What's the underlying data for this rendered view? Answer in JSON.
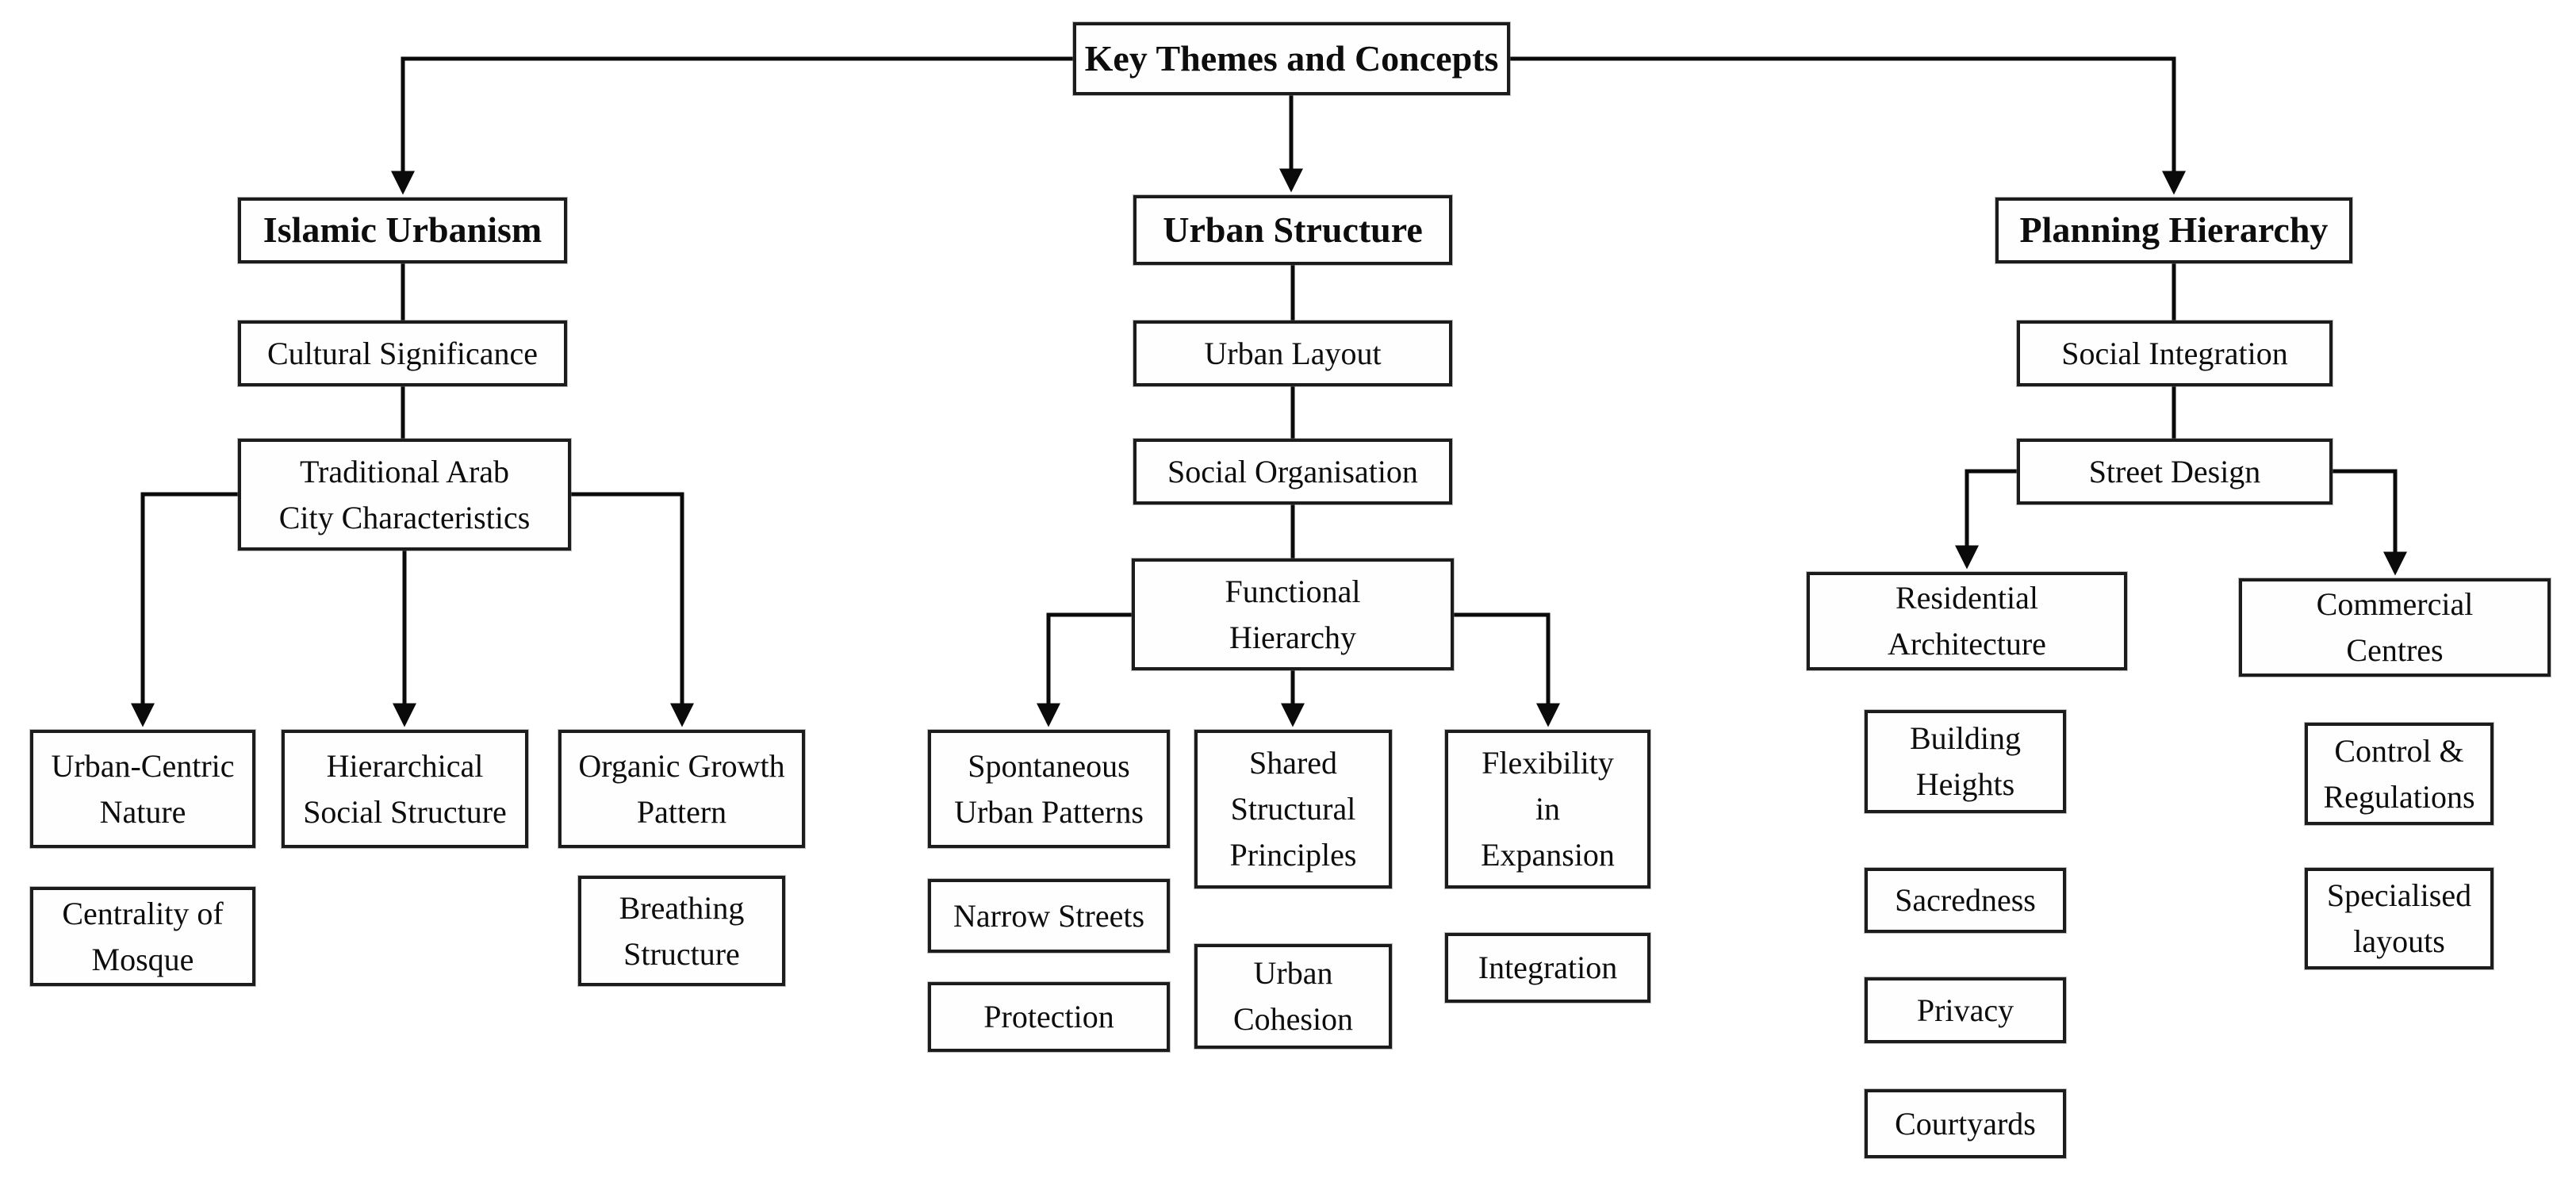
{
  "diagram": {
    "title": "Key Themes and Concepts",
    "colors": {
      "background": "#ffffff",
      "box_border": "#1c1c1c",
      "line": "#0a0a0a",
      "text": "#0d0d0d"
    }
  },
  "nodes": {
    "title": "Key Themes and Concepts",
    "islamic_urbanism": "Islamic Urbanism",
    "cultural_significance": "Cultural Significance",
    "traditional_arab": "Traditional Arab\nCity Characteristics",
    "urban_centric": "Urban-Centric\nNature",
    "hierarchical_social": "Hierarchical\nSocial Structure",
    "organic_growth": "Organic Growth\nPattern",
    "centrality_mosque": "Centrality of\nMosque",
    "breathing_structure": "Breathing\nStructure",
    "urban_structure": "Urban Structure",
    "urban_layout": "Urban Layout",
    "social_organisation": "Social Organisation",
    "functional_hierarchy": "Functional\nHierarchy",
    "spontaneous_patterns": "Spontaneous\nUrban Patterns",
    "shared_principles": "Shared\nStructural\nPrinciples",
    "flexibility_expansion": "Flexibility\nin\nExpansion",
    "narrow_streets": "Narrow Streets",
    "protection": "Protection",
    "urban_cohesion": "Urban\nCohesion",
    "integration": "Integration",
    "planning_hierarchy": "Planning Hierarchy",
    "social_integration": "Social Integration",
    "street_design": "Street Design",
    "residential_architecture": "Residential\nArchitecture",
    "commercial_centres": "Commercial\nCentres",
    "building_heights": "Building\nHeights",
    "sacredness": "Sacredness",
    "privacy": "Privacy",
    "courtyards": "Courtyards",
    "control_regulations": "Control &\nRegulations",
    "specialised_layouts": "Specialised\nlayouts"
  },
  "structure": {
    "arrow_edges": [
      [
        "title",
        "islamic_urbanism"
      ],
      [
        "title",
        "urban_structure"
      ],
      [
        "title",
        "planning_hierarchy"
      ],
      [
        "traditional_arab",
        "urban_centric"
      ],
      [
        "traditional_arab",
        "hierarchical_social"
      ],
      [
        "traditional_arab",
        "organic_growth"
      ],
      [
        "functional_hierarchy",
        "spontaneous_patterns"
      ],
      [
        "functional_hierarchy",
        "shared_principles"
      ],
      [
        "functional_hierarchy",
        "flexibility_expansion"
      ],
      [
        "street_design",
        "residential_architecture"
      ],
      [
        "street_design",
        "commercial_centres"
      ]
    ],
    "line_edges": [
      [
        "islamic_urbanism",
        "cultural_significance"
      ],
      [
        "cultural_significance",
        "traditional_arab"
      ],
      [
        "urban_structure",
        "urban_layout"
      ],
      [
        "urban_layout",
        "social_organisation"
      ],
      [
        "social_organisation",
        "functional_hierarchy"
      ],
      [
        "planning_hierarchy",
        "social_integration"
      ],
      [
        "social_integration",
        "street_design"
      ]
    ],
    "stacked_below": [
      [
        "urban_centric",
        "centrality_mosque"
      ],
      [
        "organic_growth",
        "breathing_structure"
      ],
      [
        "spontaneous_patterns",
        "narrow_streets"
      ],
      [
        "spontaneous_patterns",
        "protection"
      ],
      [
        "shared_principles",
        "urban_cohesion"
      ],
      [
        "flexibility_expansion",
        "integration"
      ],
      [
        "residential_architecture",
        "building_heights"
      ],
      [
        "residential_architecture",
        "sacredness"
      ],
      [
        "residential_architecture",
        "privacy"
      ],
      [
        "residential_architecture",
        "courtyards"
      ],
      [
        "commercial_centres",
        "control_regulations"
      ],
      [
        "commercial_centres",
        "specialised_layouts"
      ]
    ]
  }
}
